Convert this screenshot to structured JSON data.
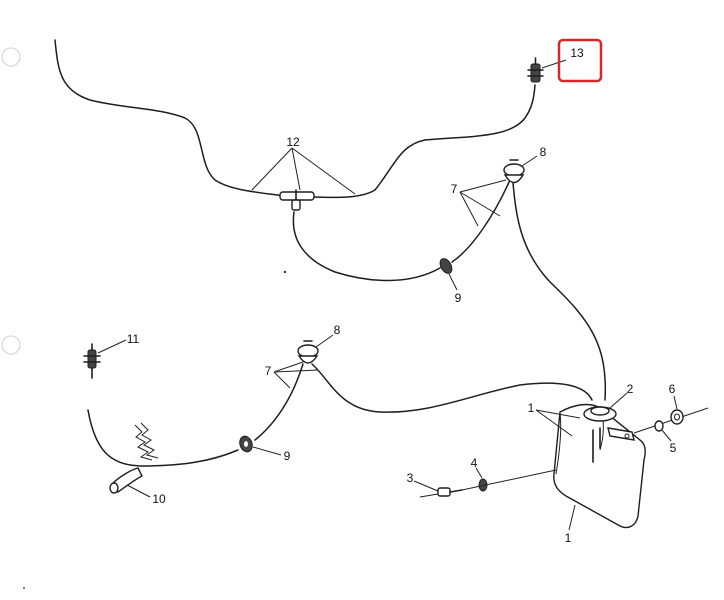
{
  "diagram": {
    "highlight_color": "#d62828",
    "callouts": {
      "c1a": "1",
      "c1b": "1",
      "c2": "2",
      "c3": "3",
      "c4": "4",
      "c5": "5",
      "c6": "6",
      "c7a": "7",
      "c7b": "7",
      "c8a": "8",
      "c8b": "8",
      "c9a": "9",
      "c9b": "9",
      "c10": "10",
      "c11": "11",
      "c12": "12",
      "c13": "13"
    }
  }
}
